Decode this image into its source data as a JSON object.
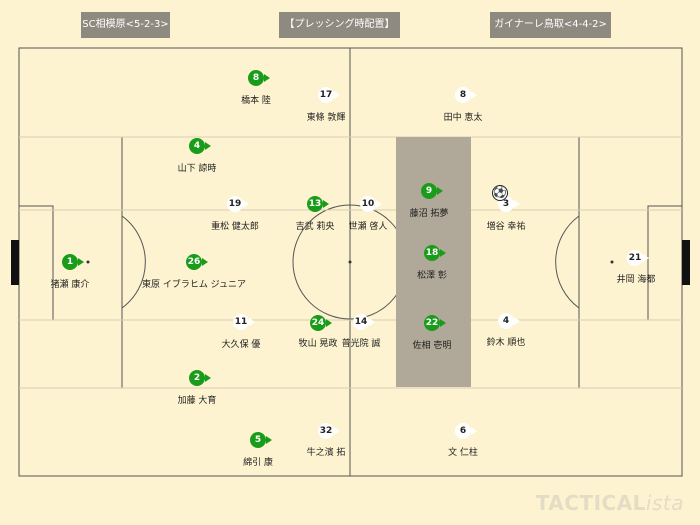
{
  "header": {
    "home_team": "SC相模原<5-2-3>",
    "title": "【プレッシング時配置】",
    "away_team": "ガイナーレ鳥取<4-4-2>"
  },
  "home_players": [
    {
      "num": "1",
      "name": "猪瀬 康介"
    },
    {
      "num": "26",
      "name": "東原 イブラヒム ジュニア"
    },
    {
      "num": "4",
      "name": "山下 諒時"
    },
    {
      "num": "2",
      "name": "加藤 大育"
    },
    {
      "num": "8",
      "name": "橋本 陸"
    },
    {
      "num": "5",
      "name": "綿引 康"
    },
    {
      "num": "13",
      "name": "吉武 莉央"
    },
    {
      "num": "24",
      "name": "牧山 晃政"
    },
    {
      "num": "9",
      "name": "藤沼 拓夢"
    },
    {
      "num": "18",
      "name": "松澤 彰"
    },
    {
      "num": "22",
      "name": "佐相 壱明"
    }
  ],
  "away_players": [
    {
      "num": "17",
      "name": "東條 敦輝"
    },
    {
      "num": "19",
      "name": "重松 健太郎"
    },
    {
      "num": "11",
      "name": "大久保 優"
    },
    {
      "num": "32",
      "name": "牛之濱 拓"
    },
    {
      "num": "10",
      "name": "世瀬 啓人"
    },
    {
      "num": "14",
      "name": "普光院 誠"
    },
    {
      "num": "8",
      "name": "田中 恵太"
    },
    {
      "num": "3",
      "name": "増谷 幸祐"
    },
    {
      "num": "4",
      "name": "鈴木 順也"
    },
    {
      "num": "6",
      "name": "文 仁柱"
    },
    {
      "num": "21",
      "name": "井岡 海都"
    }
  ],
  "ball_icon": "soccer-ball-icon",
  "logo": {
    "main": "TACTICAL",
    "sub": "ista"
  },
  "colors": {
    "home": "#1a9c1a",
    "away": "#ffffff",
    "pitch": "#fdf3d0",
    "press_zone": "#b0a898",
    "header": "#8f8a80"
  }
}
